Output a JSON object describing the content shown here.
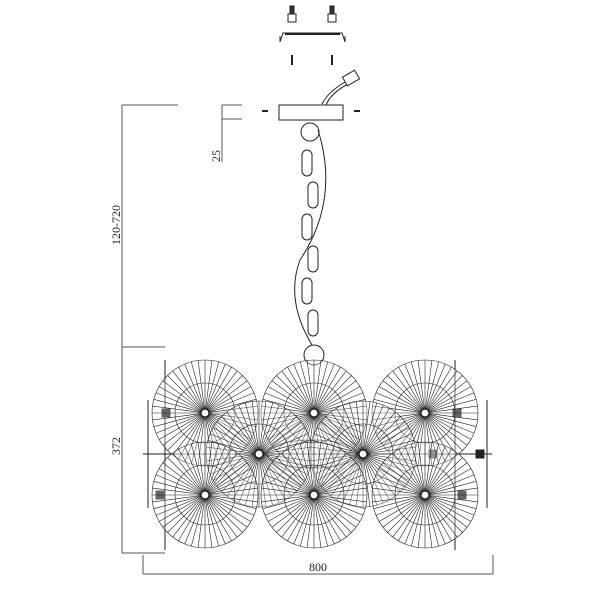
{
  "title": "Chandelier dimension drawing",
  "dimensions": {
    "canopy_height": "25",
    "hanging_height": "120-720",
    "body_height": "372",
    "width": "800"
  },
  "colors": {
    "line": "#1a1a1a",
    "dim_line": "#555555"
  }
}
